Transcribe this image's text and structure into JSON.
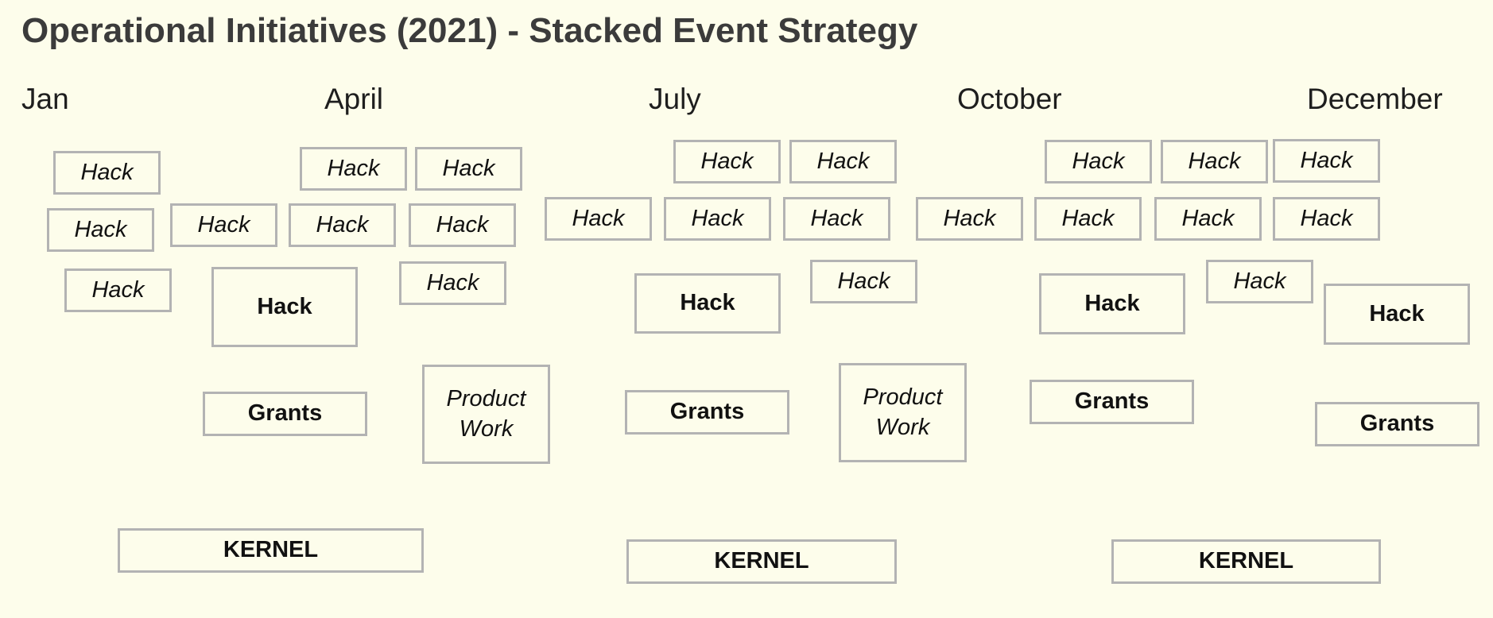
{
  "title": "Operational Initiatives (2021) - Stacked Event Strategy",
  "timeline": {
    "months": [
      "Jan",
      "April",
      "July",
      "October",
      "December"
    ]
  },
  "events": {
    "hack": "Hack",
    "grants": "Grants",
    "product_work": "Product\nWork",
    "kernel": "KERNEL"
  },
  "colors": {
    "background": "#fdfdeb",
    "box_border": "#b3b3b3",
    "title_text": "#3b3b3b"
  }
}
